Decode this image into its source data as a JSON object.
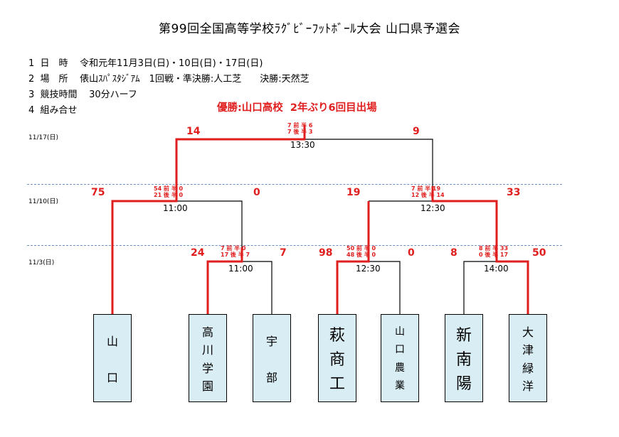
{
  "title": "第99回全国高等学校ﾗｸﾞﾋﾞｰﾌｯﾄﾎﾞｰﾙ大会 山口県予選会",
  "info": [
    {
      "no": "1",
      "label": "日　時",
      "value": "令和元年11月3日(日)・10日(日)・17日(日)"
    },
    {
      "no": "2",
      "label": "場　所",
      "value": "俵山ｽﾊﾟｽﾀｼﾞｱﾑ　1回戦・準決勝:人工芝　　決勝:天然芝"
    },
    {
      "no": "3",
      "label": "競技時間",
      "value": "30分ハーフ"
    },
    {
      "no": "4",
      "label": "組み合せ",
      "value": ""
    }
  ],
  "champion": "優勝:山口高校  2年ぶり6回目出場",
  "dates": {
    "final": "11/17(日)",
    "semi": "11/10(日)",
    "first": "11/3(日)"
  },
  "teams": [
    {
      "name": "山口",
      "chars": [
        "山",
        "口"
      ],
      "size": "16px"
    },
    {
      "name": "高川学園",
      "chars": [
        "高",
        "川",
        "学",
        "園"
      ],
      "size": "16px"
    },
    {
      "name": "宇部",
      "chars": [
        "宇",
        "部"
      ],
      "size": "16px"
    },
    {
      "name": "萩商工",
      "chars": [
        "萩",
        "商",
        "工"
      ],
      "size": "22px"
    },
    {
      "name": "山口農業",
      "chars": [
        "山",
        "口",
        "農",
        "業"
      ],
      "size": "14px"
    },
    {
      "name": "新南陽",
      "chars": [
        "新",
        "南",
        "陽"
      ],
      "size": "22px"
    },
    {
      "name": "大津緑洋",
      "chars": [
        "大",
        "津",
        "緑",
        "洋"
      ],
      "size": "16px"
    }
  ],
  "matches": [
    {
      "id": "r1a",
      "time": "11:00",
      "left_score": "24",
      "right_score": "7",
      "half": [
        "7 前 半 0",
        "17 後 半 7"
      ]
    },
    {
      "id": "r1b",
      "time": "12:30",
      "left_score": "98",
      "right_score": "0",
      "half": [
        "50 前 半 0",
        "48 後 半 0"
      ]
    },
    {
      "id": "r1c",
      "time": "14:00",
      "left_score": "8",
      "right_score": "50",
      "half": [
        "8 前 半 33",
        "0 後 半 17"
      ]
    },
    {
      "id": "sf1",
      "time": "11:00",
      "left_score": "75",
      "right_score": "0",
      "half": [
        "54 前 半 0",
        "21 後 半 0"
      ]
    },
    {
      "id": "sf2",
      "time": "12:30",
      "left_score": "19",
      "right_score": "33",
      "half": [
        "7 前 半 19",
        "12 後 半 14"
      ]
    },
    {
      "id": "final",
      "time": "13:30",
      "left_score": "14",
      "right_score": "9",
      "half": [
        "7 前 半 6",
        "7 後 半 3"
      ]
    }
  ],
  "colors": {
    "win": "#e01e1e",
    "line": "#000000",
    "team_bg": "#d8edf4"
  }
}
